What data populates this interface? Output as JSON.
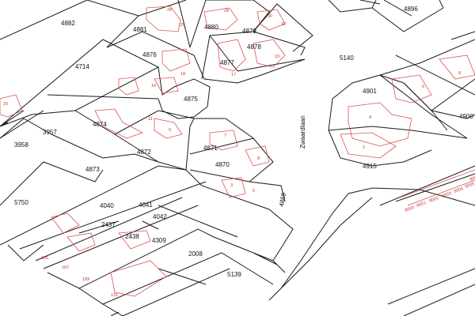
{
  "colors": {
    "parcel": "#1a1a1a",
    "building": "#d9534f",
    "building_label": "#c0392b",
    "background": "#ffffff"
  },
  "parcel_labels": [
    "4882",
    "4881",
    "4880",
    "4879",
    "4878",
    "4877",
    "4876",
    "4714",
    "4875",
    "4874",
    "4873",
    "4872",
    "4871",
    "4870",
    "3957",
    "3958",
    "5750",
    "4040",
    "4041",
    "4042",
    "2437",
    "2438",
    "4309",
    "2008",
    "5139",
    "5140",
    "4869",
    "4896",
    "4901",
    "4900",
    "4915"
  ],
  "street_name": "Zwaardlaan",
  "building_labels": [
    "29",
    "28",
    "30",
    "32",
    "25",
    "17",
    "18",
    "19",
    "16",
    "11",
    "9",
    "7",
    "8",
    "3",
    "5",
    "15",
    "105",
    "107",
    "109",
    "131",
    "6",
    "8",
    "4",
    "2",
    "8000",
    "8001",
    "8002",
    "8003",
    "8004",
    "8005",
    "8006"
  ]
}
